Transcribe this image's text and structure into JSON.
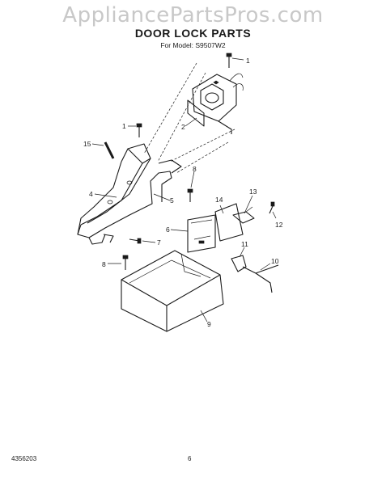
{
  "watermark": "AppliancePartsPros.com",
  "title": "DOOR LOCK PARTS",
  "subtitle": "For Model: S9507W2",
  "callouts": {
    "c1a": "1",
    "c2": "2",
    "c1b": "1",
    "c15": "15",
    "c4": "4",
    "c5": "5",
    "c8a": "8",
    "c7": "7",
    "c6": "6",
    "c14": "14",
    "c13": "13",
    "c12": "12",
    "c11": "11",
    "c10": "10",
    "c8b": "8",
    "c9": "9"
  },
  "footer": {
    "doc_number": "4356203",
    "page_number": "6"
  }
}
